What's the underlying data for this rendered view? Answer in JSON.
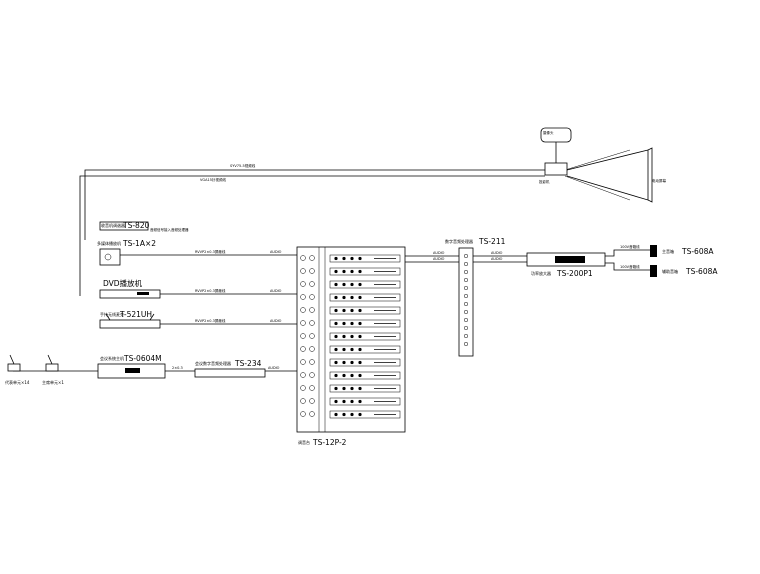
{
  "devices": {
    "mixer": {
      "model": "TS-12P-2",
      "prefix": "调音台"
    },
    "processor": {
      "prefix": "数字音频处理器",
      "model": "TS-211"
    },
    "amplifier": {
      "prefix": "功率放大器",
      "model": "TS-200P1"
    },
    "speaker_main": {
      "prefix": "主音箱",
      "model": "TS-608A"
    },
    "speaker_aux": {
      "prefix": "辅助音箱",
      "model": "TS-608A"
    },
    "tuner": {
      "prefix": "收音机调谐器",
      "model": "TS-820",
      "note": "音频信号接入音频处理器"
    },
    "source": {
      "prefix": "多媒体播放机",
      "model": "TS-1A×2"
    },
    "dvd": {
      "label": "DVD播放机"
    },
    "wireless_mic": {
      "prefix": "手持无线麦克",
      "model": "T-521UH"
    },
    "conf_host": {
      "prefix": "会议系统主机",
      "model": "TS-0604M"
    },
    "feedback": {
      "prefix": "会议数字音频处理器",
      "model": "TS-234"
    },
    "mic_delegate": {
      "label": "代表单元×14"
    },
    "mic_chair": {
      "label": "主席单元×1"
    },
    "camera": {
      "label": "摄像头"
    },
    "projector": {
      "label": "投影机"
    },
    "screen": {
      "label": "电动屏幕"
    }
  },
  "cables": {
    "c1": "SYV75-5视频线",
    "c2": "VGA15针视频线",
    "c3": "RVVP2×0.3屏蔽线",
    "c4": "RVVP2×0.3屏蔽线",
    "c5": "RVVP2×0.3屏蔽线",
    "c6": "2×0.3",
    "audio": "AUDIO",
    "spk1": "100V音箱线",
    "spk2": "100V音箱线"
  }
}
